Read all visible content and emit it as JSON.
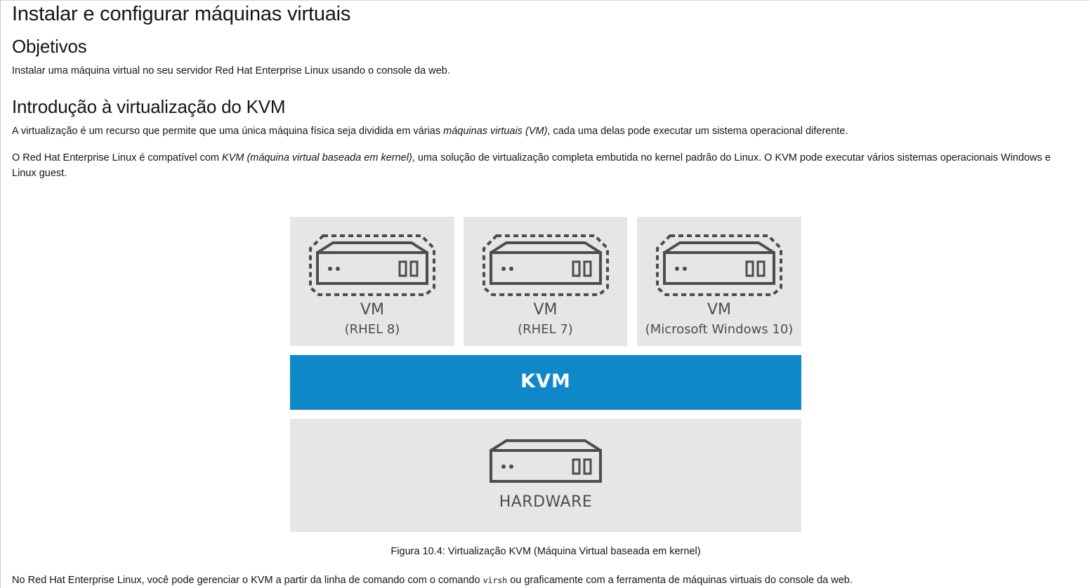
{
  "title": "Instalar e configurar máquinas virtuais",
  "objectives": {
    "heading": "Objetivos",
    "text": "Instalar uma máquina virtual no seu servidor Red Hat Enterprise Linux usando o console da web."
  },
  "intro": {
    "heading": "Introdução à virtualização do KVM",
    "p1_before": "A virtualização é um recurso que permite que uma única máquina física seja dividida em várias ",
    "p1_em": "máquinas virtuais (VM)",
    "p1_after": ", cada uma delas pode executar um sistema operacional diferente.",
    "p2_before": "O Red Hat Enterprise Linux é compatível com ",
    "p2_em": "KVM (máquina virtual baseada em kernel)",
    "p2_after": ", uma solução de virtualização completa embutida no kernel padrão do Linux. O KVM pode executar vários sistemas operacionais Windows e Linux guest."
  },
  "figure": {
    "vms": [
      {
        "label": "VM",
        "os": "(RHEL 8)"
      },
      {
        "label": "VM",
        "os": "(RHEL 7)"
      },
      {
        "label": "VM",
        "os": "(Microsoft Windows 10)"
      }
    ],
    "hypervisor_label": "KVM",
    "hardware_label": "HARDWARE",
    "caption": "Figura 10.4: Virtualização KVM (Máquina Virtual baseada em kernel)",
    "colors": {
      "box": "#e6e6e6",
      "hypervisor": "#0e88c9",
      "icon": "#4d4d4d"
    }
  },
  "closing": {
    "before": "No Red Hat Enterprise Linux, você pode gerenciar o KVM a partir da linha de comando com o comando ",
    "code": "virsh",
    "after": " ou graficamente com a ferramenta de máquinas virtuais do console da web."
  }
}
